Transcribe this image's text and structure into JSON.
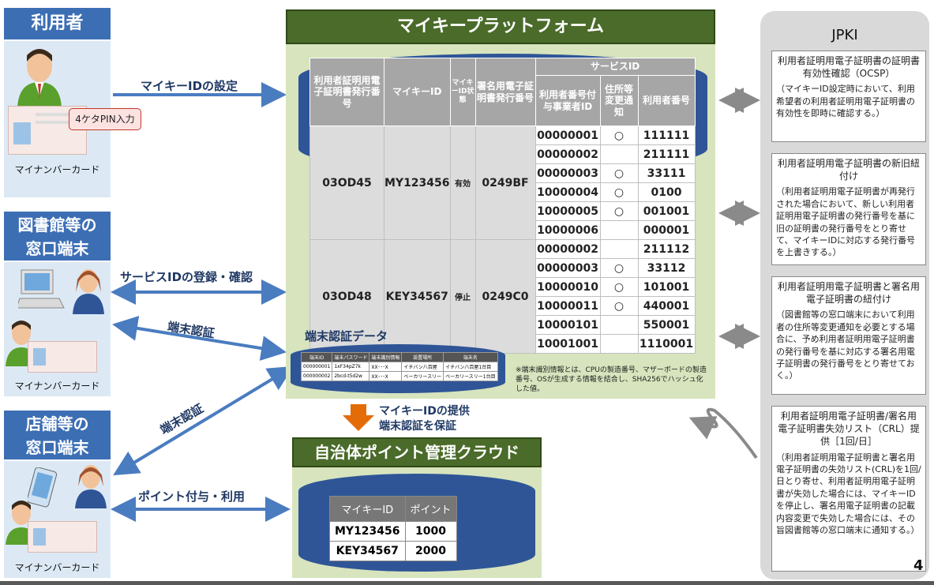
{
  "left": {
    "user": {
      "title": "利用者",
      "pin_label": "4ケタPIN入力",
      "card_label": "マイナンバーカード"
    },
    "library": {
      "title_line1": "図書館等の",
      "title_line2": "窓口端末",
      "card_label": "マイナンバーカード"
    },
    "store": {
      "title_line1": "店舗等の",
      "title_line2": "窓口端末",
      "card_label": "マイナンバーカード"
    }
  },
  "arrows": {
    "set_id": "マイキーIDの設定",
    "service_reg": "サービスIDの登録・確認",
    "auth1": "端末認証",
    "auth2": "端末認証",
    "points": "ポイント付与・利用",
    "provide_line1": "マイキーIDの提供",
    "provide_line2": "端末認証を保証"
  },
  "platform": {
    "title": "マイキープラットフォーム",
    "headers": {
      "cert_serial": "利用者証明用電子証明書発行番号",
      "mykey_id": "マイキーID",
      "status": "マイキーID状態",
      "sign_serial": "署名用電子証明書発行番号",
      "service_id": "サービスID",
      "issuer_id": "利用者番号付与事業者ID",
      "address_change": "住所等変更通知",
      "user_number": "利用者番号"
    },
    "groups": [
      {
        "cert_serial": "03OD45",
        "mykey_id": "MY123456",
        "status": "有効",
        "sign_serial": "0249BF",
        "rows": [
          {
            "issuer": "00000001",
            "notify": "○",
            "user_no": "111111"
          },
          {
            "issuer": "00000002",
            "notify": "",
            "user_no": "211111"
          },
          {
            "issuer": "00000003",
            "notify": "○",
            "user_no": "33111"
          },
          {
            "issuer": "10000004",
            "notify": "○",
            "user_no": "0100"
          },
          {
            "issuer": "10000005",
            "notify": "○",
            "user_no": "001001"
          },
          {
            "issuer": "10000006",
            "notify": "",
            "user_no": "000001"
          }
        ]
      },
      {
        "cert_serial": "03OD48",
        "mykey_id": "KEY34567",
        "status": "停止",
        "sign_serial": "0249C0",
        "rows": [
          {
            "issuer": "00000002",
            "notify": "",
            "user_no": "211112"
          },
          {
            "issuer": "00000003",
            "notify": "○",
            "user_no": "33112"
          },
          {
            "issuer": "10000010",
            "notify": "○",
            "user_no": "101001"
          },
          {
            "issuer": "10000011",
            "notify": "○",
            "user_no": "440001"
          },
          {
            "issuer": "10000101",
            "notify": "",
            "user_no": "550001"
          },
          {
            "issuer": "10001001",
            "notify": "",
            "user_no": "1110001"
          }
        ]
      }
    ],
    "auth_data_title": "端末認証データ",
    "auth_note": "※端末識別情報とは、CPUの製造番号、マザーボードの製造番号、OSが生成する情報を結合し、SHA256でハッシュ化した値。",
    "auth_table": {
      "headers": [
        "端末ID",
        "端末パスワード",
        "端末識別情報",
        "設置場所",
        "端末名"
      ],
      "rows": [
        [
          "000000001",
          "1xF34pZ7k",
          "XX･･･X",
          "イチバン八百屋",
          "イチバン八百屋1台目"
        ],
        [
          "000000002",
          "2bcd-t5d2w",
          "XX･･･X",
          "ベーカリースリー",
          "ベーカリースリー1台目"
        ]
      ]
    }
  },
  "cloud": {
    "title": "自治体ポイント管理クラウド",
    "headers": [
      "マイキーID",
      "ポイント"
    ],
    "rows": [
      [
        "MY123456",
        "1000"
      ],
      [
        "KEY34567",
        "2000"
      ]
    ]
  },
  "jpki": {
    "title": "JPKI",
    "boxes": [
      {
        "title": "利用者証明用電子証明書の証明書有効性確認（OCSP）",
        "desc": "（マイキーID設定時において、利用希望者の利用者証明用電子証明書の有効性を即時に確認する。）"
      },
      {
        "title": "利用者証明用電子証明書の新旧紐付け",
        "desc": "（利用者証明用電子証明書が再発行された場合において、新しい利用者証明用電子証明書の発行番号を基に旧の証明書の発行番号をとり寄せて、マイキーIDに対応する発行番号を上書きする。）"
      },
      {
        "title": "利用者証明用電子証明書と署名用電子証明書の紐付け",
        "desc": "（図書館等の窓口端末において利用者の住所等変更通知を必要とする場合に、予め利用者証明用電子証明書の発行番号を基に対応する署名用電子証明書の発行番号をとり寄せておく。）"
      },
      {
        "title": "利用者証明用電子証明書/署名用電子証明書失効リスト（CRL）提供［1回/日］",
        "desc": "（利用者証明用電子証明書と署名用電子証明書の失効リスト(CRL)を1回/日とり寄せ、利用者証明用電子証明書が失効した場合には、マイキーIDを停止し、署名用電子証明書の記載内容変更で失効した場合には、その旨図書館等の窓口端末に通知する。）"
      }
    ]
  },
  "page_number": "4",
  "colors": {
    "accent_blue": "#3c6eb4",
    "green_title": "#4a6b2a",
    "green_bg": "#d7e4bd",
    "arrow_blue": "#4a7cc0",
    "orange": "#e36c09"
  }
}
